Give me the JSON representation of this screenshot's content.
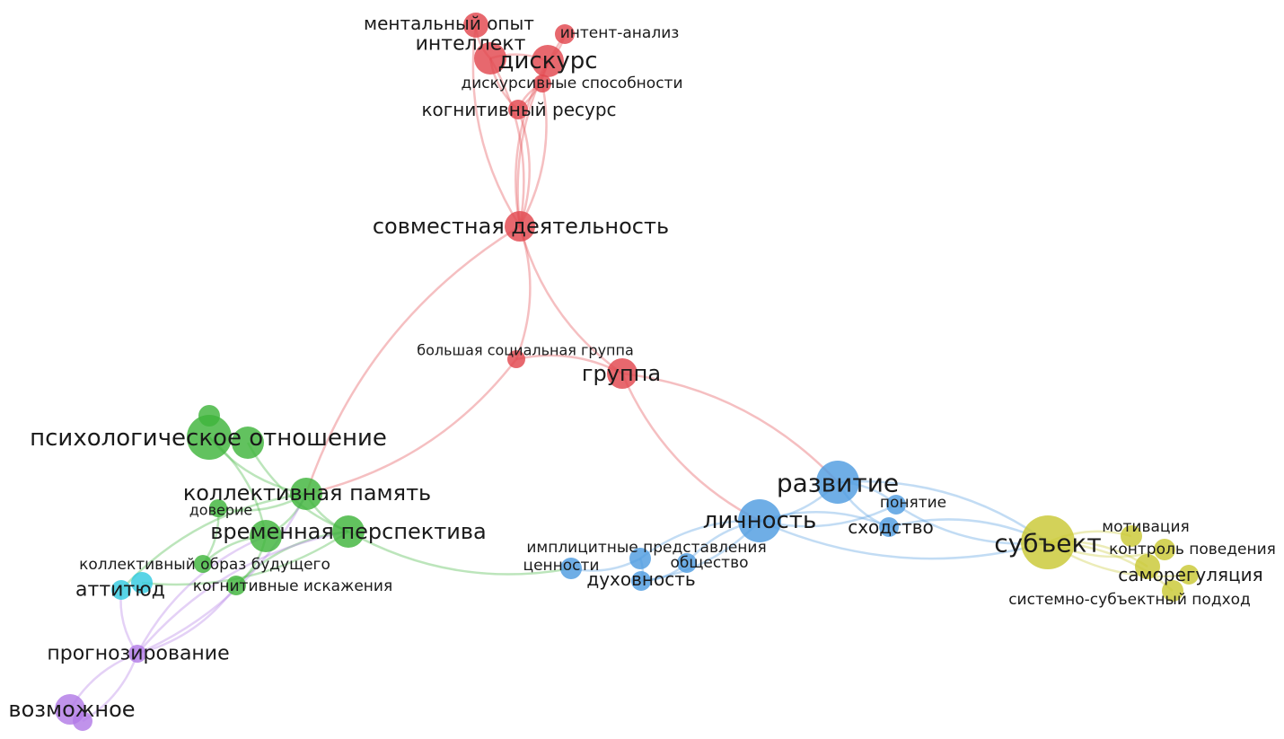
{
  "clusters": {
    "red": "#e2474e",
    "green": "#3fb43c",
    "blue": "#4f9ce0",
    "yellow": "#c9c834",
    "cyan": "#33cbe0",
    "purple": "#b27be6"
  },
  "nodes": [
    {
      "id": "mental",
      "label": "ментальный опыт",
      "cluster": "red"
    },
    {
      "id": "intellect",
      "label": "интеллект",
      "cluster": "red"
    },
    {
      "id": "intent",
      "label": "интент-анализ",
      "cluster": "red"
    },
    {
      "id": "discourse",
      "label": "дискурс",
      "cluster": "red"
    },
    {
      "id": "discab",
      "label": "дискурсивные способности",
      "cluster": "red"
    },
    {
      "id": "cogres",
      "label": "когнитивный ресурс",
      "cluster": "red"
    },
    {
      "id": "joint",
      "label": "совместная деятельность",
      "cluster": "red"
    },
    {
      "id": "bigsoc",
      "label": "большая социальная группа",
      "cluster": "red"
    },
    {
      "id": "group",
      "label": "группа",
      "cluster": "red"
    },
    {
      "id": "psyrel",
      "label": "психологическое отношение",
      "cluster": "green"
    },
    {
      "id": "psyrel2",
      "label": "",
      "cluster": "green"
    },
    {
      "id": "psyrel3",
      "label": "",
      "cluster": "green"
    },
    {
      "id": "colmem",
      "label": "коллективная память",
      "cluster": "green"
    },
    {
      "id": "trust",
      "label": "доверие",
      "cluster": "green"
    },
    {
      "id": "timeper",
      "label": "временная перспектива",
      "cluster": "green"
    },
    {
      "id": "timeper2",
      "label": "",
      "cluster": "green"
    },
    {
      "id": "colimg",
      "label": "коллективный образ будущего",
      "cluster": "green"
    },
    {
      "id": "cogdist",
      "label": "когнитивные искажения",
      "cluster": "green"
    },
    {
      "id": "attitude",
      "label": "аттитюд",
      "cluster": "cyan"
    },
    {
      "id": "attitude2",
      "label": "",
      "cluster": "cyan"
    },
    {
      "id": "forecast",
      "label": "прогнозирование",
      "cluster": "purple"
    },
    {
      "id": "possible",
      "label": "возможное",
      "cluster": "purple"
    },
    {
      "id": "possible2",
      "label": "",
      "cluster": "purple"
    },
    {
      "id": "develop",
      "label": "развитие",
      "cluster": "blue"
    },
    {
      "id": "person",
      "label": "личность",
      "cluster": "blue"
    },
    {
      "id": "concept",
      "label": "понятие",
      "cluster": "blue"
    },
    {
      "id": "similar",
      "label": "сходство",
      "cluster": "blue"
    },
    {
      "id": "implicit",
      "label": "имплицитные представления",
      "cluster": "blue"
    },
    {
      "id": "values",
      "label": "ценности",
      "cluster": "blue"
    },
    {
      "id": "society",
      "label": "общество",
      "cluster": "blue"
    },
    {
      "id": "spirit",
      "label": "духовность",
      "cluster": "blue"
    },
    {
      "id": "subject",
      "label": "субъект",
      "cluster": "yellow"
    },
    {
      "id": "motiv",
      "label": "мотивация",
      "cluster": "yellow"
    },
    {
      "id": "control",
      "label": "контроль поведения",
      "cluster": "yellow"
    },
    {
      "id": "selfreg",
      "label": "саморегуляция",
      "cluster": "yellow"
    },
    {
      "id": "selfreg2",
      "label": "",
      "cluster": "yellow"
    },
    {
      "id": "sysapp",
      "label": "системно-субъектный подход",
      "cluster": "yellow"
    }
  ],
  "edges": [
    [
      "joint",
      "mental"
    ],
    [
      "joint",
      "intellect"
    ],
    [
      "joint",
      "discourse"
    ],
    [
      "joint",
      "cogres"
    ],
    [
      "joint",
      "intent"
    ],
    [
      "joint",
      "discab"
    ],
    [
      "intellect",
      "discourse"
    ],
    [
      "intellect",
      "cogres"
    ],
    [
      "discourse",
      "cogres"
    ],
    [
      "discourse",
      "intent"
    ],
    [
      "intellect",
      "mental"
    ],
    [
      "discab",
      "cogres"
    ],
    [
      "joint",
      "bigsoc"
    ],
    [
      "joint",
      "group"
    ],
    [
      "bigsoc",
      "group"
    ],
    [
      "joint",
      "colmem"
    ],
    [
      "bigsoc",
      "colmem"
    ],
    [
      "group",
      "person"
    ],
    [
      "group",
      "develop"
    ],
    [
      "psyrel",
      "colmem"
    ],
    [
      "psyrel",
      "timeper"
    ],
    [
      "psyrel3",
      "timeper2"
    ],
    [
      "colmem",
      "timeper"
    ],
    [
      "colmem",
      "timeper2"
    ],
    [
      "colmem",
      "trust"
    ],
    [
      "timeper",
      "colimg"
    ],
    [
      "timeper",
      "cogdist"
    ],
    [
      "timeper2",
      "cogdist"
    ],
    [
      "trust",
      "colimg"
    ],
    [
      "colmem",
      "attitude"
    ],
    [
      "timeper2",
      "attitude2"
    ],
    [
      "timeper2",
      "values"
    ],
    [
      "forecast",
      "timeper"
    ],
    [
      "forecast",
      "colmem"
    ],
    [
      "forecast",
      "attitude"
    ],
    [
      "forecast",
      "cogdist"
    ],
    [
      "forecast",
      "timeper2"
    ],
    [
      "forecast",
      "possible"
    ],
    [
      "forecast",
      "possible2"
    ],
    [
      "values",
      "implicit"
    ],
    [
      "implicit",
      "person"
    ],
    [
      "spirit",
      "person"
    ],
    [
      "society",
      "person"
    ],
    [
      "spirit",
      "implicit"
    ],
    [
      "society",
      "spirit"
    ],
    [
      "person",
      "develop"
    ],
    [
      "person",
      "similar"
    ],
    [
      "person",
      "concept"
    ],
    [
      "develop",
      "concept"
    ],
    [
      "develop",
      "similar"
    ],
    [
      "develop",
      "subject"
    ],
    [
      "person",
      "subject"
    ],
    [
      "similar",
      "subject"
    ],
    [
      "concept",
      "subject"
    ],
    [
      "subject",
      "motiv"
    ],
    [
      "subject",
      "control"
    ],
    [
      "subject",
      "selfreg"
    ],
    [
      "subject",
      "selfreg2"
    ],
    [
      "subject",
      "sysapp"
    ]
  ]
}
